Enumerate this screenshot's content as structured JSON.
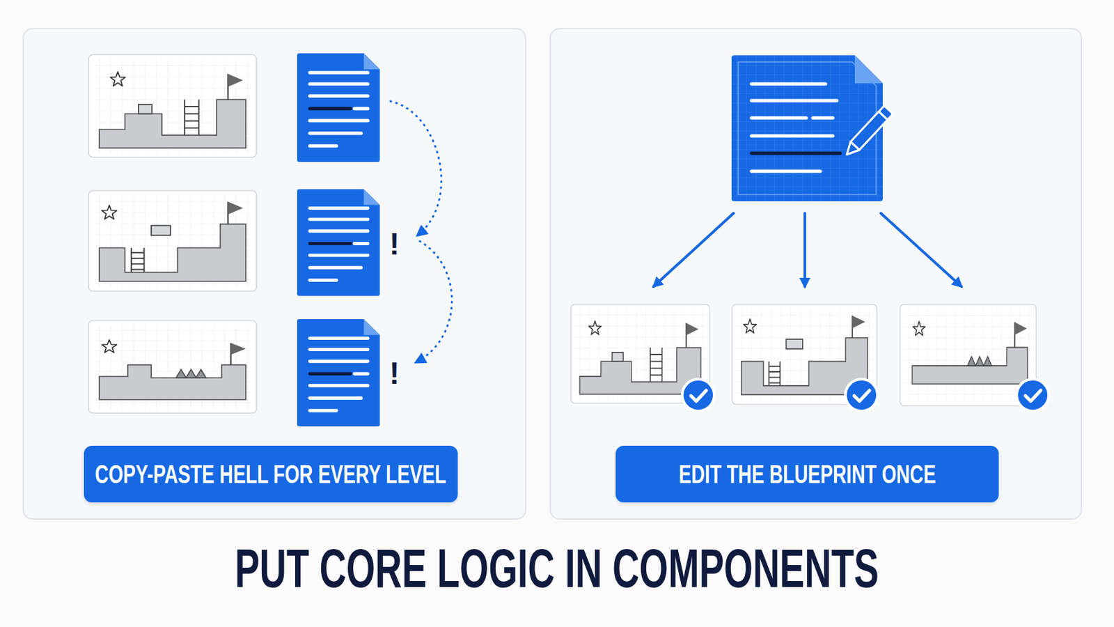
{
  "diagram": {
    "title": "PUT CORE LOGIC IN COMPONENTS",
    "nodes": [
      {
        "text": [
          "COPY-PASTE HELL FOR EVERY LEVEL"
        ]
      },
      {
        "text": [
          "EDIT THE BLUEPRINT ONCE"
        ]
      }
    ],
    "labels": [
      "!",
      "!"
    ]
  }
}
